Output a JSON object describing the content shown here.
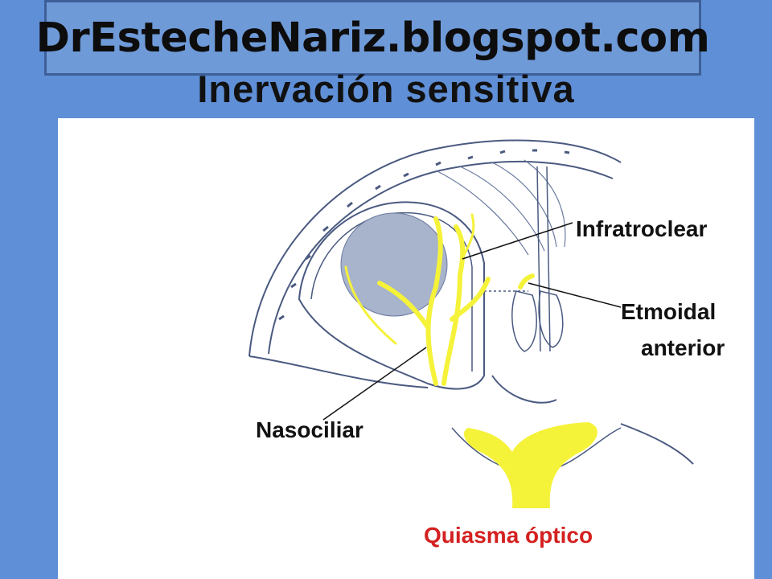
{
  "banner": {
    "text": "DrEstecheNariz.blogspot.com"
  },
  "title": "Inervación sensitiva",
  "labels": {
    "infratroclear": "Infratroclear",
    "etmoidal_line1": "Etmoidal",
    "etmoidal_line2": "anterior",
    "nasociliar": "Nasociliar",
    "quiasma": "Quiasma óptico"
  },
  "colors": {
    "background": "#5f8fd6",
    "nerve": "#f5f23a",
    "eyeball": "#a8b3cc",
    "outline": "#4a5a80",
    "quiasma_label": "#d42020"
  }
}
